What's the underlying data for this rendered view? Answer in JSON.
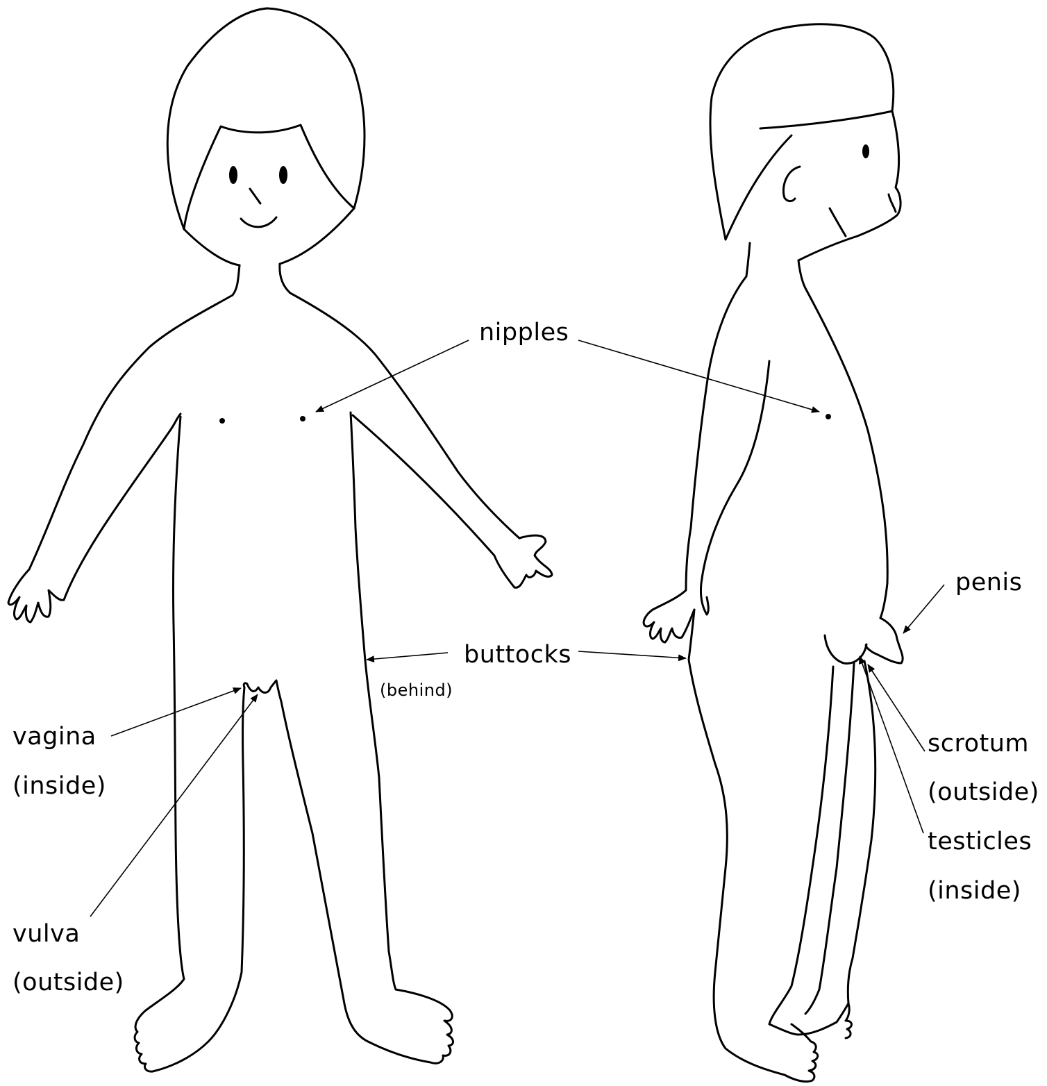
{
  "labels": {
    "nipples": "nipples",
    "buttocks": "buttocks",
    "behind": "(behind)",
    "vagina": "vagina",
    "vagina_note": "(inside)",
    "vulva": "vulva",
    "vulva_note": "(outside)",
    "penis": "penis",
    "scrotum": "scrotum",
    "scrotum_note": "(outside)",
    "testicles": "testicles",
    "testicles_note": "(inside)"
  },
  "colors": {
    "line": "#000000",
    "background": "#ffffff"
  }
}
